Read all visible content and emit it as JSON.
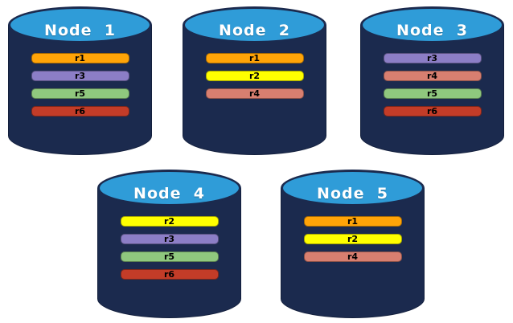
{
  "diagram": {
    "background": "#ffffff",
    "colors": {
      "cylinder_body": "#1b2a4e",
      "cylinder_border": "#131f3c",
      "cylinder_top": "#2f9cd8",
      "title_text": "#ffffff",
      "bar_text": "#000000"
    },
    "replica_colors": {
      "r1": "#ffa408",
      "r2": "#ffff00",
      "r3": "#8c7ec6",
      "r4": "#d87f70",
      "r5": "#8fc87e",
      "r6": "#c33c28"
    },
    "nodes": [
      {
        "label": "Node  1",
        "replicas": [
          "r1",
          "r3",
          "r5",
          "r6"
        ]
      },
      {
        "label": "Node  2",
        "replicas": [
          "r1",
          "r2",
          "r4"
        ]
      },
      {
        "label": "Node  3",
        "replicas": [
          "r3",
          "r4",
          "r5",
          "r6"
        ]
      },
      {
        "label": "Node  4",
        "replicas": [
          "r2",
          "r3",
          "r5",
          "r6"
        ]
      },
      {
        "label": "Node  5",
        "replicas": [
          "r1",
          "r2",
          "r4"
        ]
      }
    ]
  }
}
